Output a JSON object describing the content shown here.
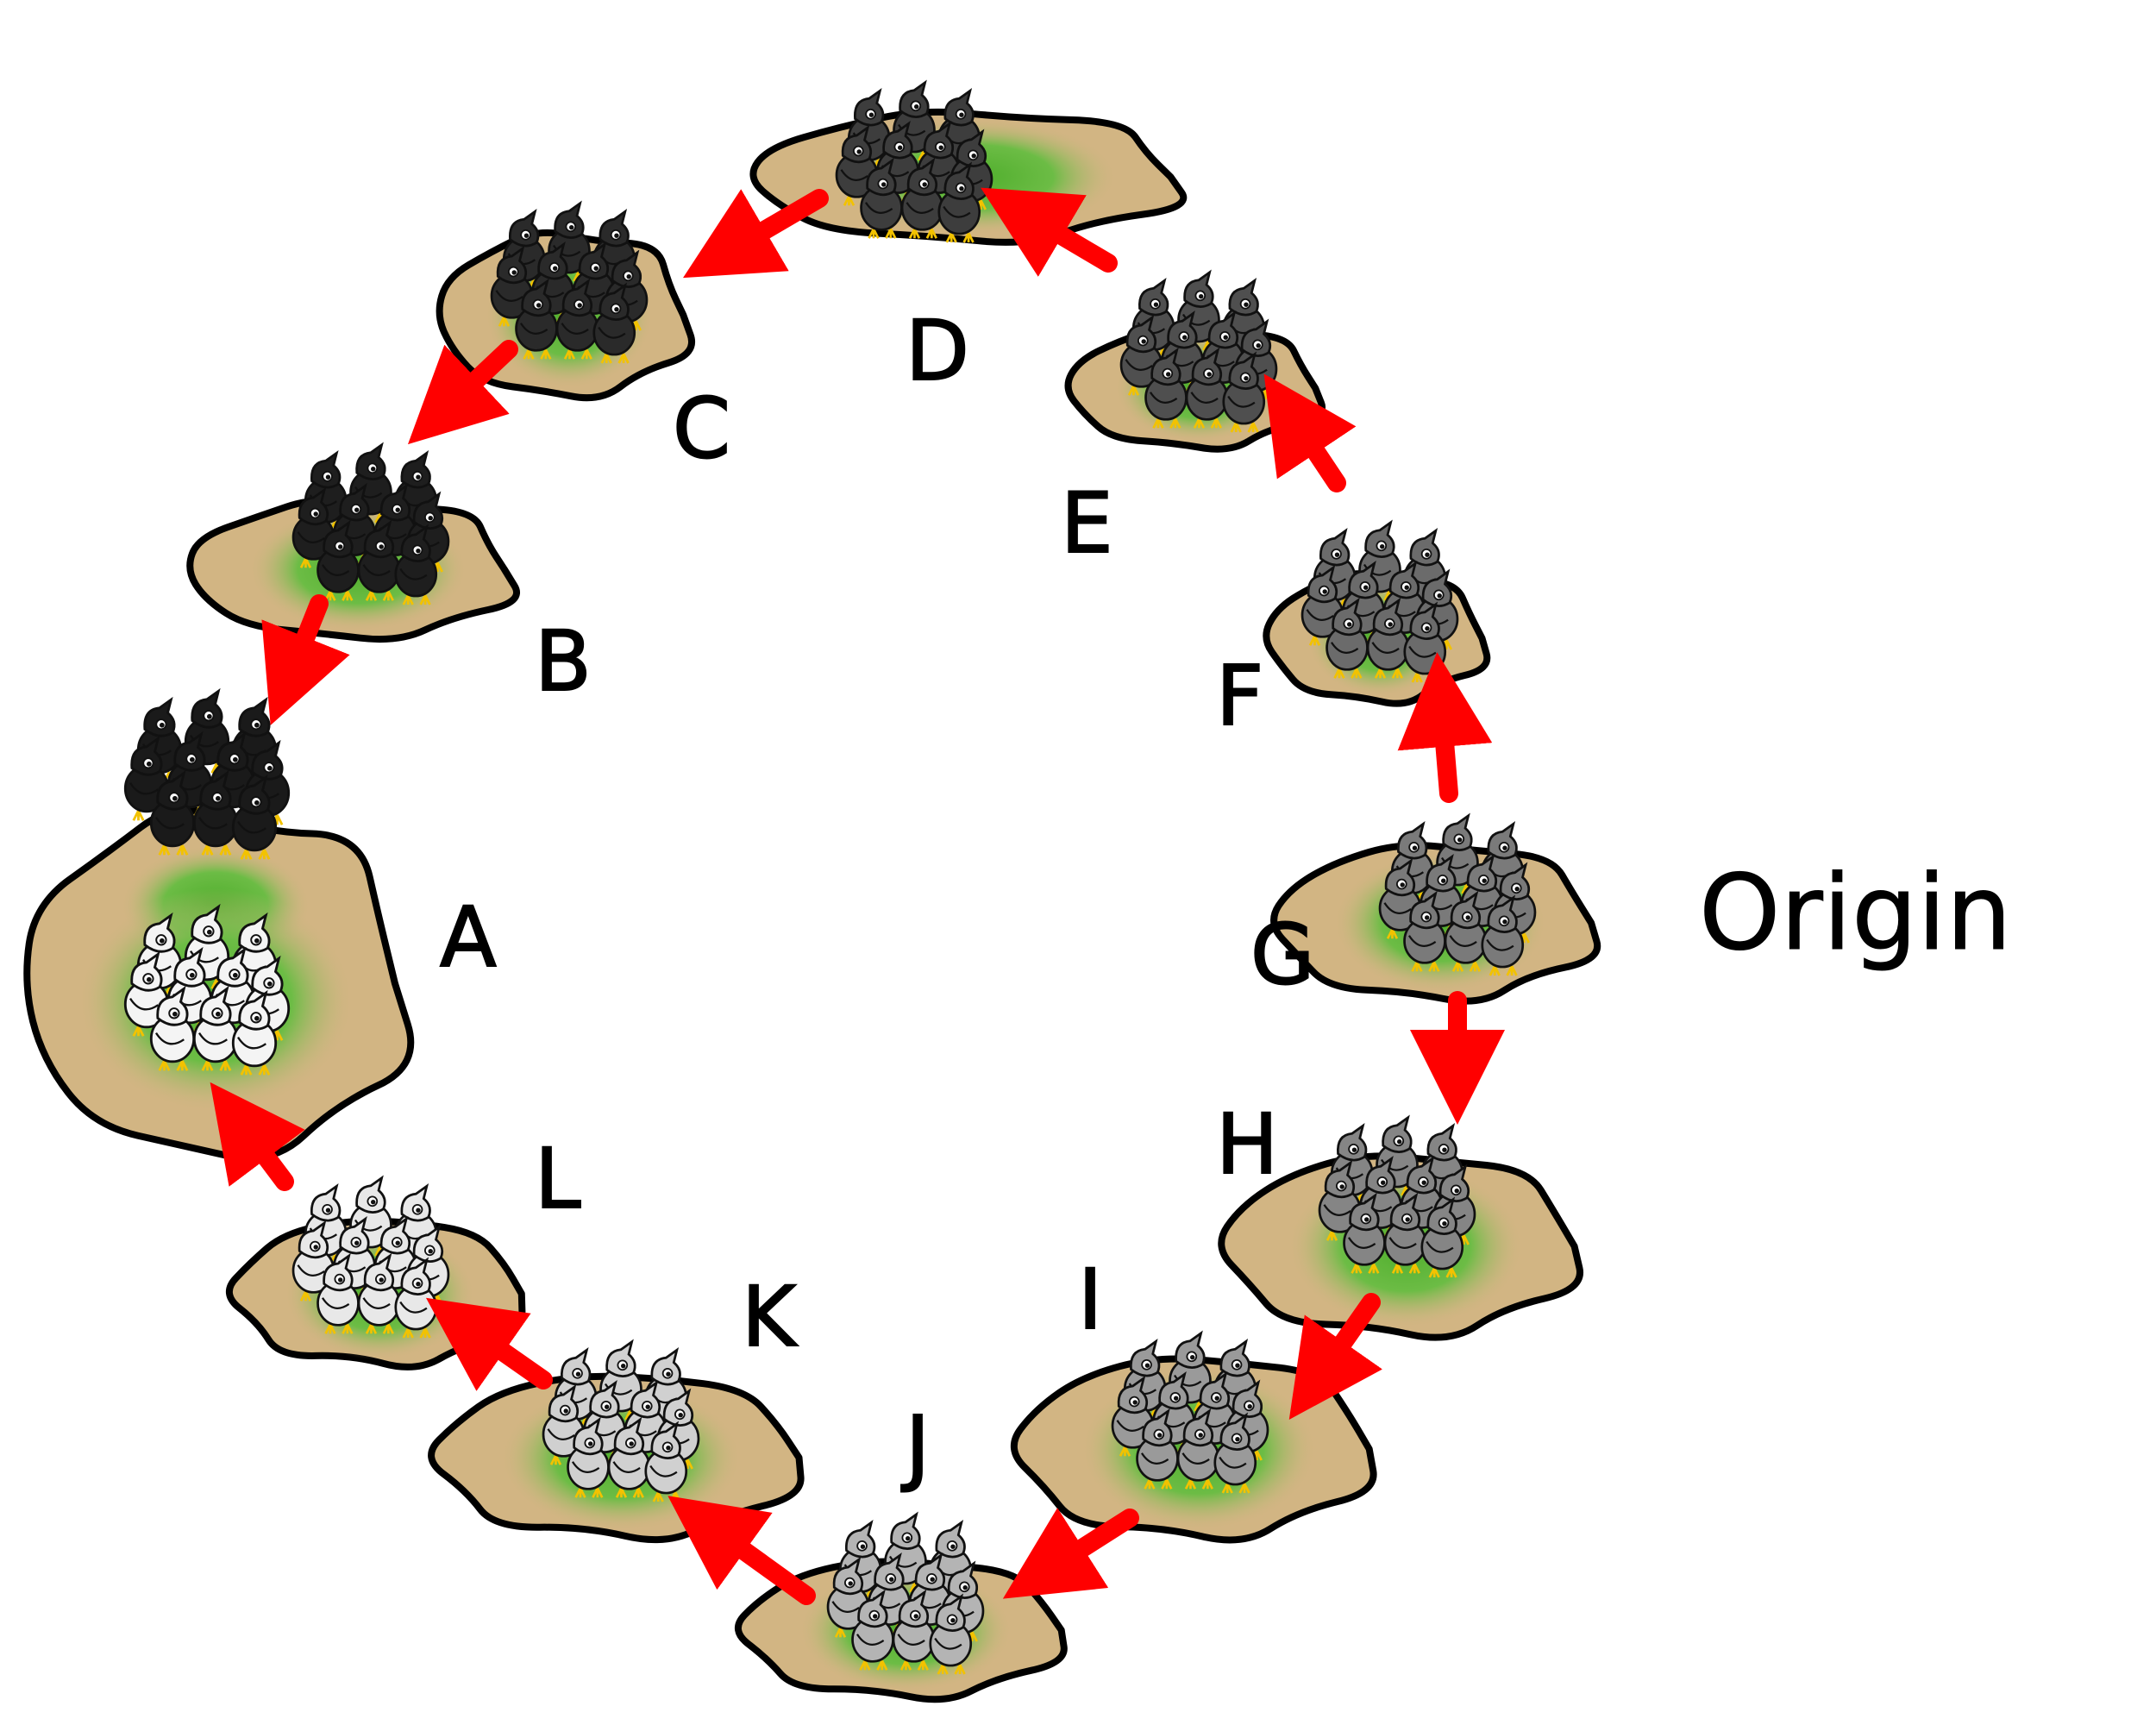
{
  "diagram": {
    "origin_label": "Origin",
    "colors": {
      "island_fill": "#d2b583",
      "island_outline": "#000000",
      "grass": "#5fb33c",
      "arrow": "#ff0000",
      "feet": "#f2c200"
    },
    "islands": [
      {
        "label": "A",
        "shade_top": "#1a1a1a",
        "shade_bottom": "#f4f4f4"
      },
      {
        "label": "B",
        "shade": "#1e1e1e"
      },
      {
        "label": "C",
        "shade": "#2a2a2a"
      },
      {
        "label": "D",
        "shade": "#3d3d3d"
      },
      {
        "label": "E",
        "shade": "#4f4f4f"
      },
      {
        "label": "F",
        "shade": "#6b6b6b"
      },
      {
        "label": "G",
        "shade": "#7a7a7a"
      },
      {
        "label": "H",
        "shade": "#858585"
      },
      {
        "label": "I",
        "shade": "#9a9a9a"
      },
      {
        "label": "J",
        "shade": "#b4b4b4"
      },
      {
        "label": "K",
        "shade": "#d0d0d0"
      },
      {
        "label": "L",
        "shade": "#e8e8e8"
      }
    ]
  }
}
